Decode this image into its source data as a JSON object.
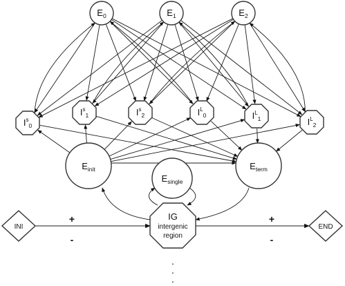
{
  "nodes": {
    "E0": {
      "base": "E",
      "sub": "0"
    },
    "E1": {
      "base": "E",
      "sub": "1"
    },
    "E2": {
      "base": "E",
      "sub": "2"
    },
    "Is0": {
      "base": "I",
      "sup": "s",
      "sub": "0"
    },
    "Is1": {
      "base": "I",
      "sup": "s",
      "sub": "1"
    },
    "Is2": {
      "base": "I",
      "sup": "s",
      "sub": "2"
    },
    "IL0": {
      "base": "I",
      "sup": "L",
      "sub": "0"
    },
    "IL1": {
      "base": "I",
      "sup": "L",
      "sub": "1"
    },
    "IL2": {
      "base": "I",
      "sup": "L",
      "sub": "2"
    },
    "Einit": {
      "base": "E",
      "sub": "init"
    },
    "Eterm": {
      "base": "E",
      "sub": "term"
    },
    "Esingle": {
      "base": "E",
      "sub": "single"
    },
    "IG": {
      "line1": "IG",
      "line2": "intergenic",
      "line3": "region"
    },
    "INI": {
      "label": "INI"
    },
    "END": {
      "label": "END"
    }
  },
  "strand_labels": {
    "left_plus": "+",
    "left_minus": "-",
    "right_plus": "+",
    "right_minus": "-"
  },
  "continuation": "."
}
